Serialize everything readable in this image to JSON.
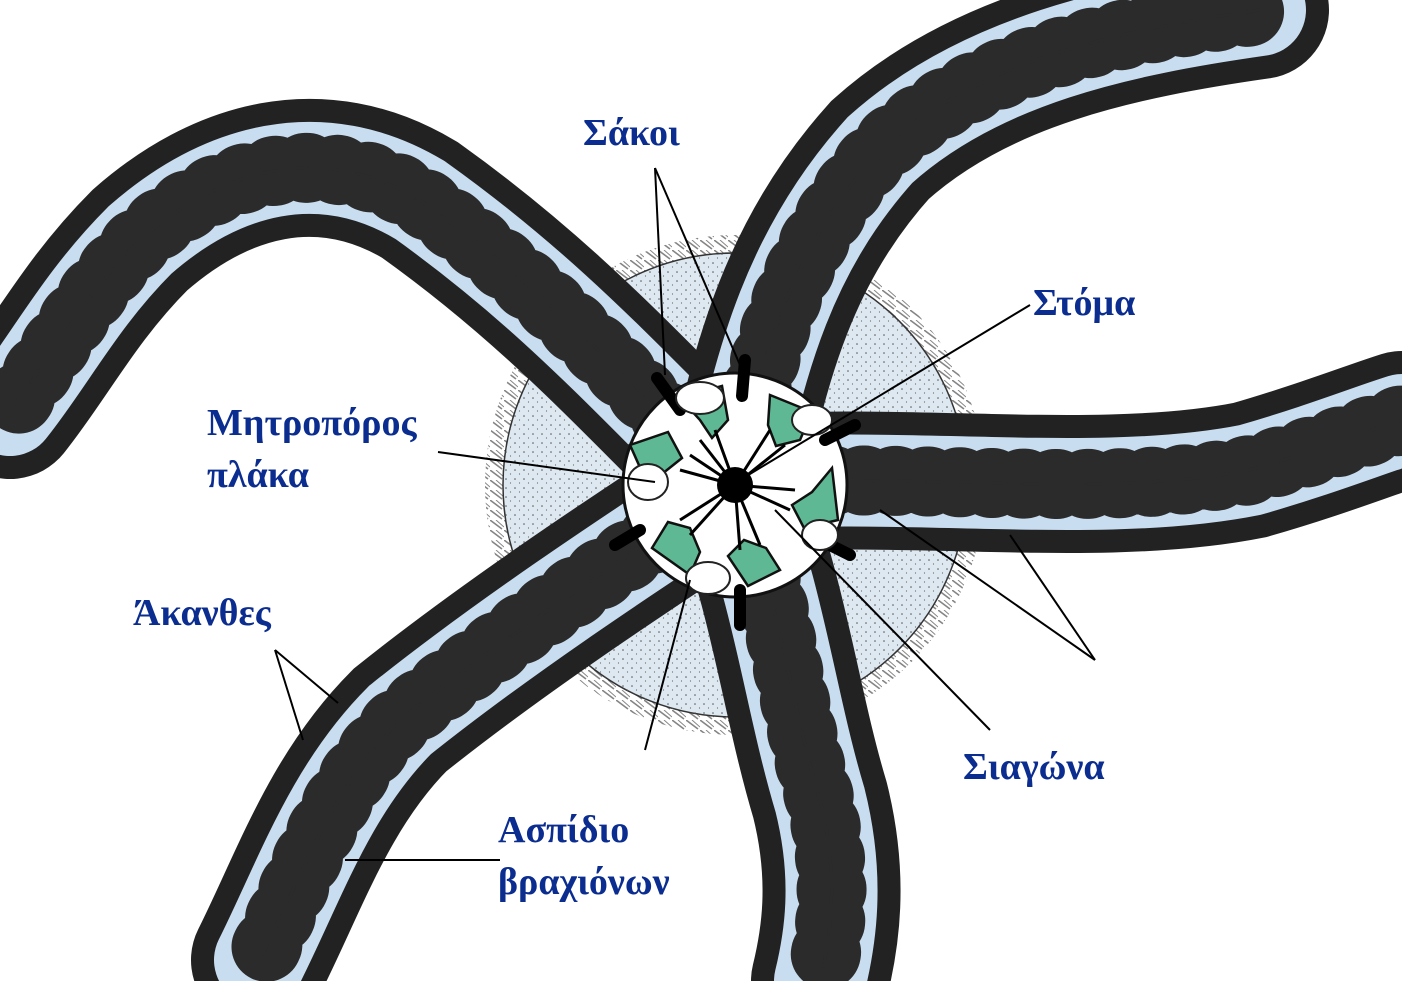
{
  "labels": {
    "sakoi": "Σάκοι",
    "stoma": "Στόμα",
    "mitroporos_line1": "Μητροπόρος",
    "mitroporos_line2": "πλάκα",
    "akanthes": "Άκανθες",
    "siagona": "Σιαγώνα",
    "aspidio_line1": "Ασπίδιο",
    "aspidio_line2": "βραχιόνων"
  },
  "colors": {
    "label_text": "#0b2d8f",
    "arm_fill": "#c9ddf0",
    "arm_outline": "#1a1a1a",
    "jaw_green": "#5fb894",
    "disc_fill": "#dde8f1",
    "leader_line": "#000000"
  }
}
